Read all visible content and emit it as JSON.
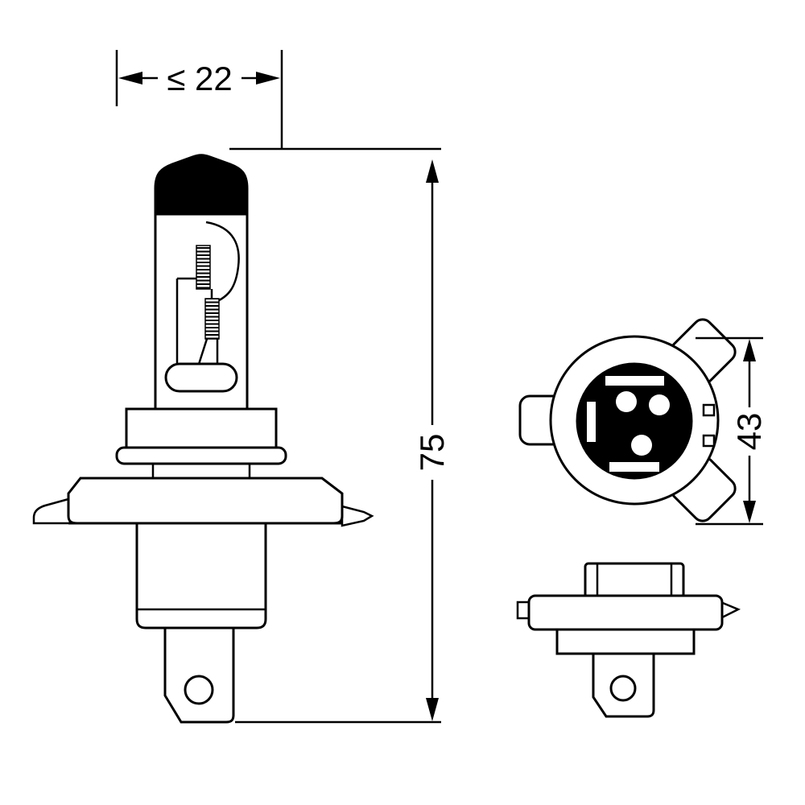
{
  "drawing": {
    "dimensions": {
      "bulb_width": "≤ 22",
      "bulb_height": "75",
      "flange_diameter": "43"
    },
    "colors": {
      "line": "#000000",
      "background": "#ffffff",
      "tip_fill": "#000000",
      "connector_face_fill": "#000000"
    }
  }
}
